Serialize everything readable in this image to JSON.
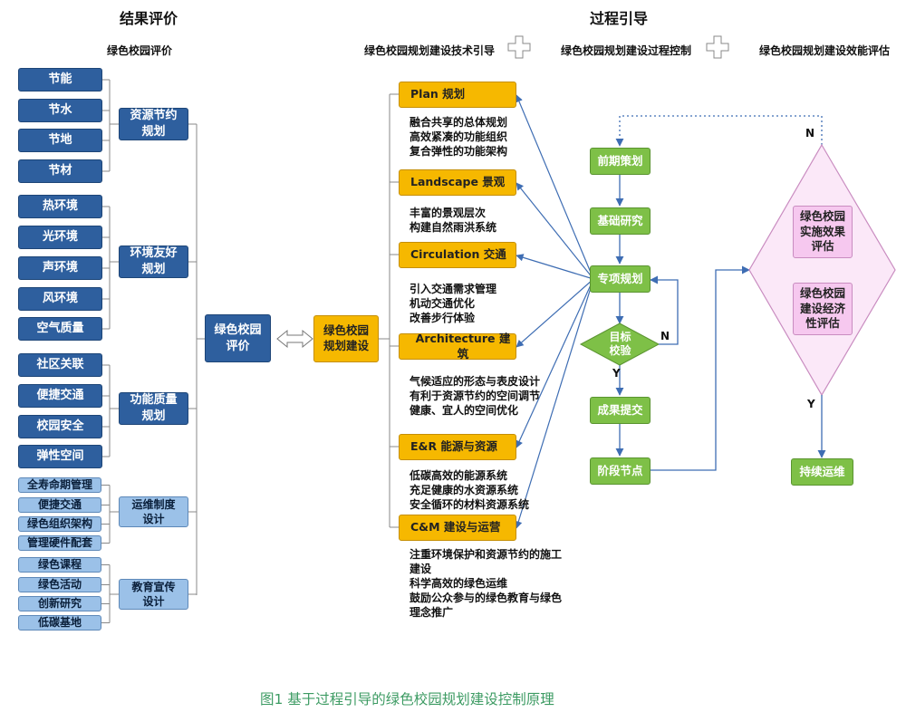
{
  "headers": {
    "left_title": "结果评价",
    "left_sub": "绿色校园评价",
    "right_title": "过程引导",
    "guide1": "绿色校园规划建设技术引导",
    "guide2": "绿色校园规划建设过程控制",
    "guide3": "绿色校园规划建设效能评估"
  },
  "eval": {
    "groups": [
      {
        "label": "资源节约\n规划",
        "items": [
          "节能",
          "节水",
          "节地",
          "节材"
        ]
      },
      {
        "label": "环境友好\n规划",
        "items": [
          "热环境",
          "光环境",
          "声环境",
          "风环境",
          "空气质量"
        ]
      },
      {
        "label": "功能质量\n规划",
        "items": [
          "社区关联",
          "便捷交通",
          "校园安全",
          "弹性空间"
        ]
      },
      {
        "label": "运维制度\n设计",
        "items": [
          "全寿命期管理",
          "便捷交通",
          "绿色组织架构",
          "管理硬件配套"
        ]
      },
      {
        "label": "教育宣传\n设计",
        "items": [
          "绿色课程",
          "绿色活动",
          "创新研究",
          "低碳基地"
        ]
      }
    ],
    "center": "绿色校园\n评价",
    "build": "绿色校园\n规划建设"
  },
  "guides": [
    {
      "label": "Plan 规划",
      "lines": [
        "融合共享的总体规划",
        "高效紧凑的功能组织",
        "复合弹性的功能架构"
      ]
    },
    {
      "label": "Landscape 景观",
      "lines": [
        "丰富的景观层次",
        "构建自然雨洪系统"
      ]
    },
    {
      "label": "Circulation 交通",
      "lines": [
        "引入交通需求管理",
        "机动交通优化",
        "改善步行体验"
      ]
    },
    {
      "label": "Architecture 建筑",
      "lines": [
        "气候适应的形态与表皮设计",
        "有利于资源节约的空间调节",
        "健康、宜人的空间优化"
      ]
    },
    {
      "label": "E&R 能源与资源",
      "lines": [
        "低碳高效的能源系统",
        "充足健康的水资源系统",
        "安全循环的材料资源系统"
      ]
    },
    {
      "label": "C&M 建设与运营",
      "lines": [
        "注重环境保护和资源节约的施工",
        "建设",
        "科学高效的绿色运维",
        "鼓励公众参与的绿色教育与绿色",
        "理念推广"
      ]
    }
  ],
  "process": {
    "steps": [
      "前期策划",
      "基础研究",
      "专项规划",
      "成果提交",
      "阶段节点"
    ],
    "decision": "目标\n校验",
    "yes": "Y",
    "no": "N"
  },
  "evaluation": {
    "items": [
      "绿色校园\n实施效果\n评估",
      "绿色校园\n建设经济\n性评估"
    ],
    "final": "持续运维",
    "yes": "Y",
    "no": "N"
  },
  "caption": "图1  基于过程引导的绿色校园规划建设控制原理"
}
